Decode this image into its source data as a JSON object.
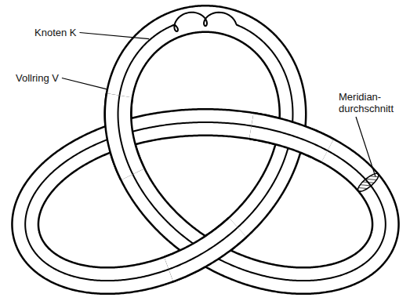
{
  "diagram": {
    "labels": [
      "Knoten K",
      "Vollring V",
      "Meridian- durchschnitt"
    ]
  }
}
